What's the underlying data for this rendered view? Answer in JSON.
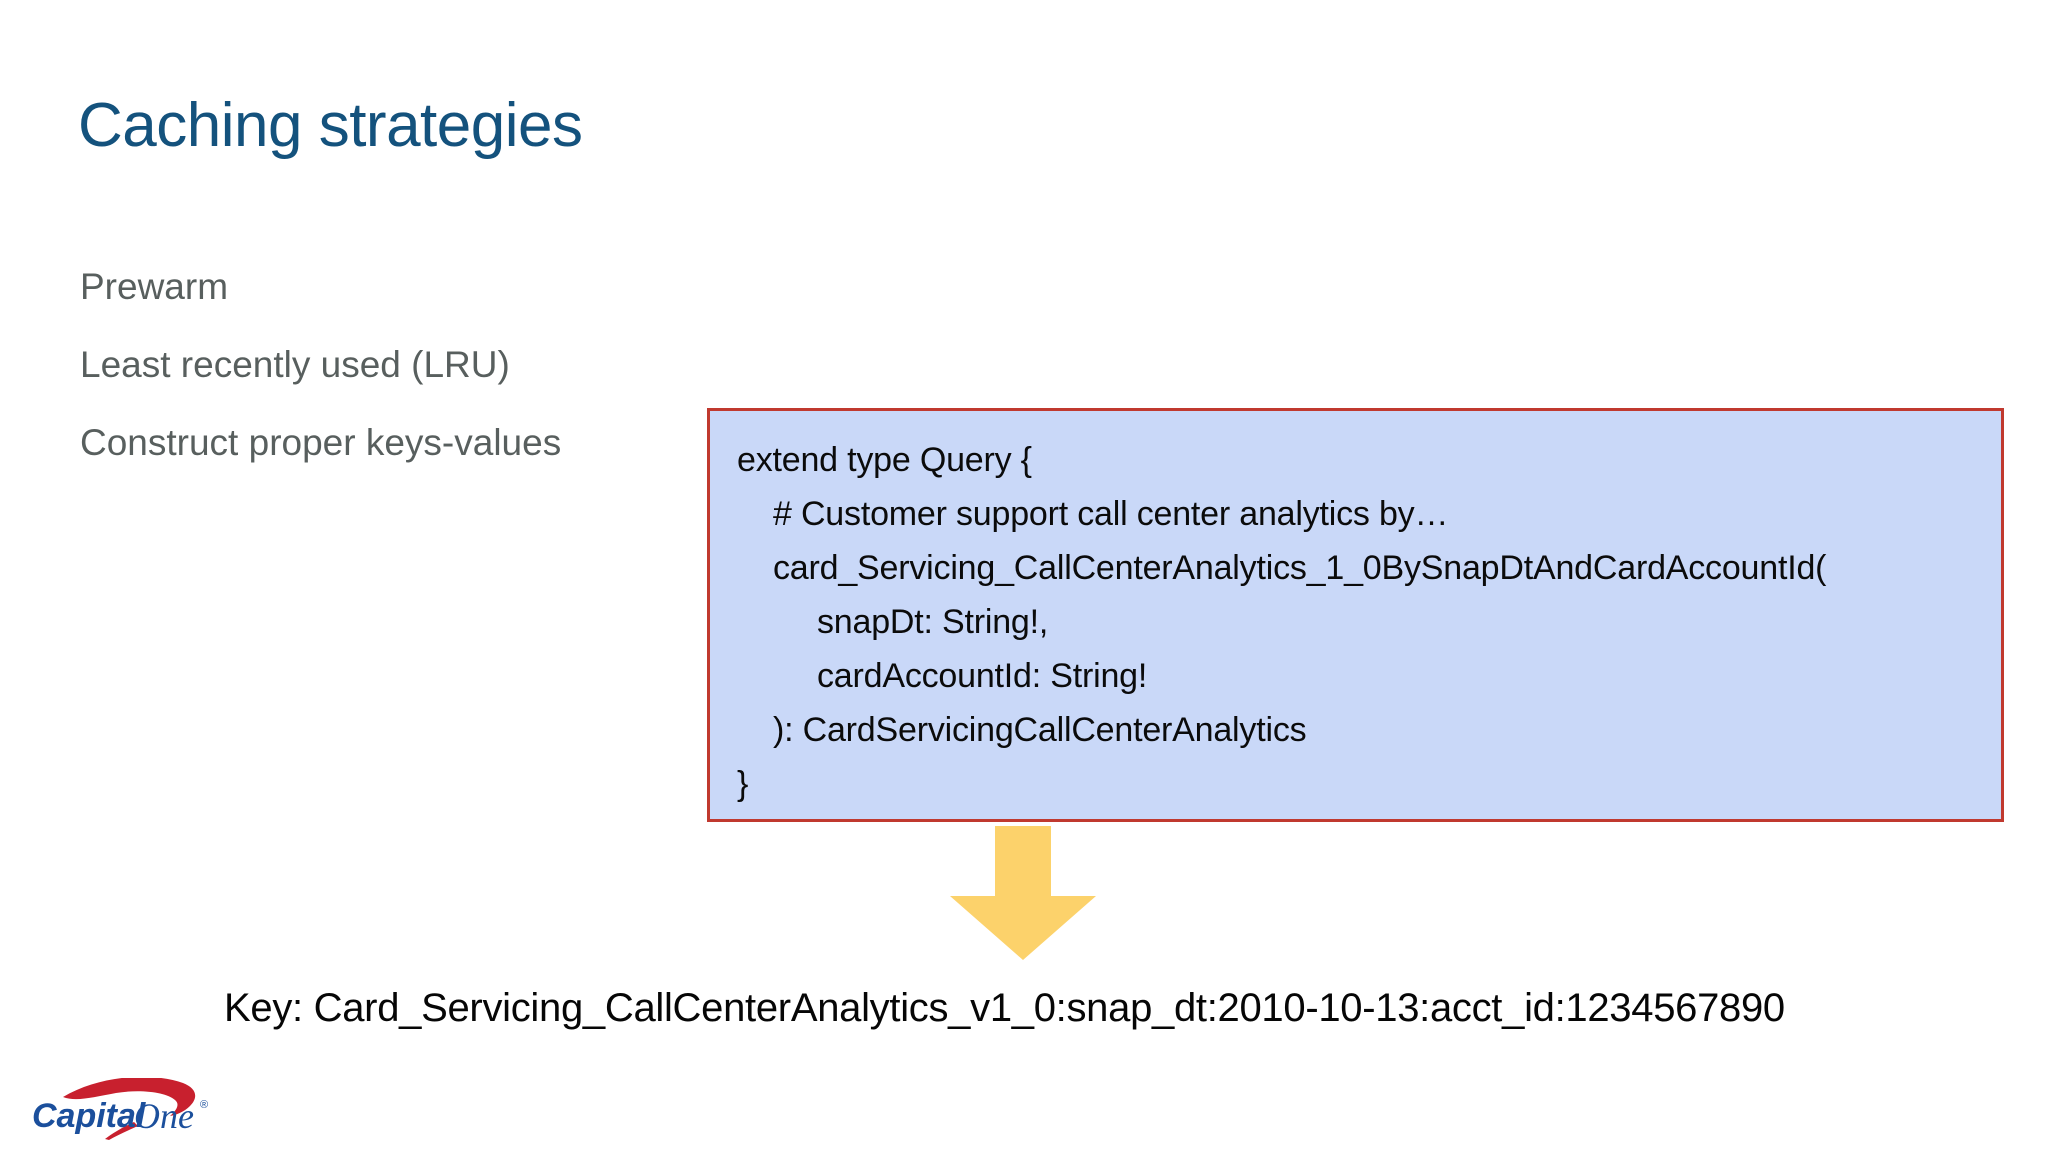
{
  "slide": {
    "title": "Caching strategies",
    "title_color": "#14527d",
    "background_color": "#ffffff"
  },
  "bullets": {
    "text_color": "#585f5e",
    "items": [
      {
        "label": "Prewarm"
      },
      {
        "label": "Least recently used (LRU)"
      },
      {
        "label": "Construct proper keys-values"
      }
    ]
  },
  "code_box": {
    "fill_color": "#c9d8f8",
    "border_color": "#c0392f",
    "text_color": "#0b0b0b",
    "lines": [
      {
        "text": "extend type Query {",
        "indent": 0
      },
      {
        "text": "# Customer support call center analytics by…",
        "indent": 1
      },
      {
        "text": "card_Servicing_CallCenterAnalytics_1_0BySnapDtAndCardAccountId(",
        "indent": 1
      },
      {
        "text": "snapDt: String!,",
        "indent": 2
      },
      {
        "text": "cardAccountId: String!",
        "indent": 2
      },
      {
        "text": "): CardServicingCallCenterAnalytics",
        "indent": 1
      },
      {
        "text": "}",
        "indent": 0
      }
    ]
  },
  "arrow": {
    "direction": "down",
    "color": "#fcd26b"
  },
  "key_caption": {
    "text": "Key: Card_Servicing_CallCenterAnalytics_v1_0:snap_dt:2010-10-13:acct_id:1234567890"
  },
  "logo": {
    "word_one": "Capital",
    "word_two": "One",
    "registered_mark": "®",
    "text_color": "#1b4f9c",
    "swoosh_color": "#c8202e"
  }
}
